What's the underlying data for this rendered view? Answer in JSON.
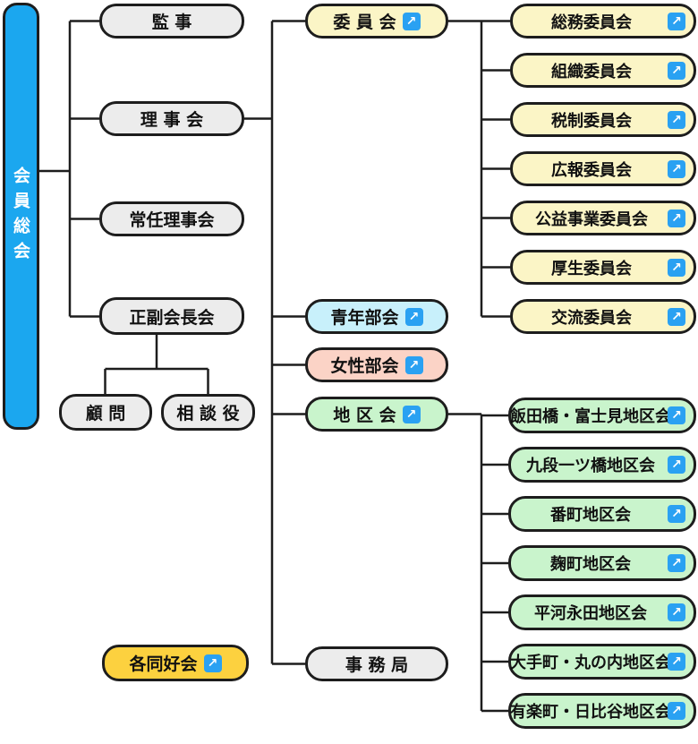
{
  "root": {
    "label": "会員総会"
  },
  "nodes": {
    "auditors": "監 事",
    "board": "理 事 会",
    "standing_board": "常任理事会",
    "presidents": "正副会長会",
    "advisors": "顧 問",
    "consultants": "相 談 役",
    "committees_hub": "委 員 会",
    "youth_division": "青年部会",
    "womens_division": "女性部会",
    "districts_hub": "地 区 会",
    "secretariat": "事 務 局",
    "clubs": "各同好会"
  },
  "committees": [
    "総務委員会",
    "組織委員会",
    "税制委員会",
    "広報委員会",
    "公益事業委員会",
    "厚生委員会",
    "交流委員会"
  ],
  "districts": [
    "飯田橋・富士見地区会",
    "九段一ツ橋地区会",
    "番町地区会",
    "麹町地区会",
    "平河永田地区会",
    "大手町・丸の内地区会",
    "有楽町・日比谷地区会"
  ],
  "icons": {
    "external_link": "↗"
  },
  "colors": {
    "root_blue": "#1ba7ef",
    "box_gray": "#ececec",
    "committee_yellow": "#fbf5c6",
    "youth_cyan": "#c8f0fb",
    "women_pink": "#fbd3c6",
    "district_green": "#c9f4cc",
    "clubs_gold": "#fcd13f",
    "link_icon_blue": "#2aa1f2",
    "line_dark": "#1d1d1d"
  }
}
